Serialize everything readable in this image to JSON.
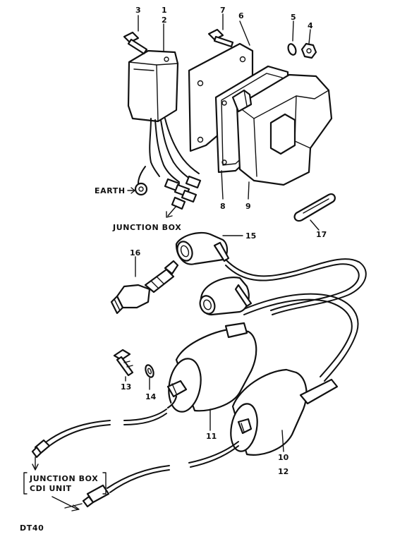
{
  "callouts": {
    "n1": "1",
    "n2": "2",
    "n3": "3",
    "n4": "4",
    "n5": "5",
    "n6": "6",
    "n7": "7",
    "n8": "8",
    "n9": "9",
    "n10": "10",
    "n11": "11",
    "n12": "12",
    "n13": "13",
    "n14": "14",
    "n15": "15",
    "n16": "16",
    "n17": "17"
  },
  "labels": {
    "earth": "EARTH",
    "junction_box_top": "JUNCTION BOX",
    "junction_box_bottom": "JUNCTION BOX",
    "cdi_unit": "CDI UNIT",
    "model_code": "DT40"
  }
}
